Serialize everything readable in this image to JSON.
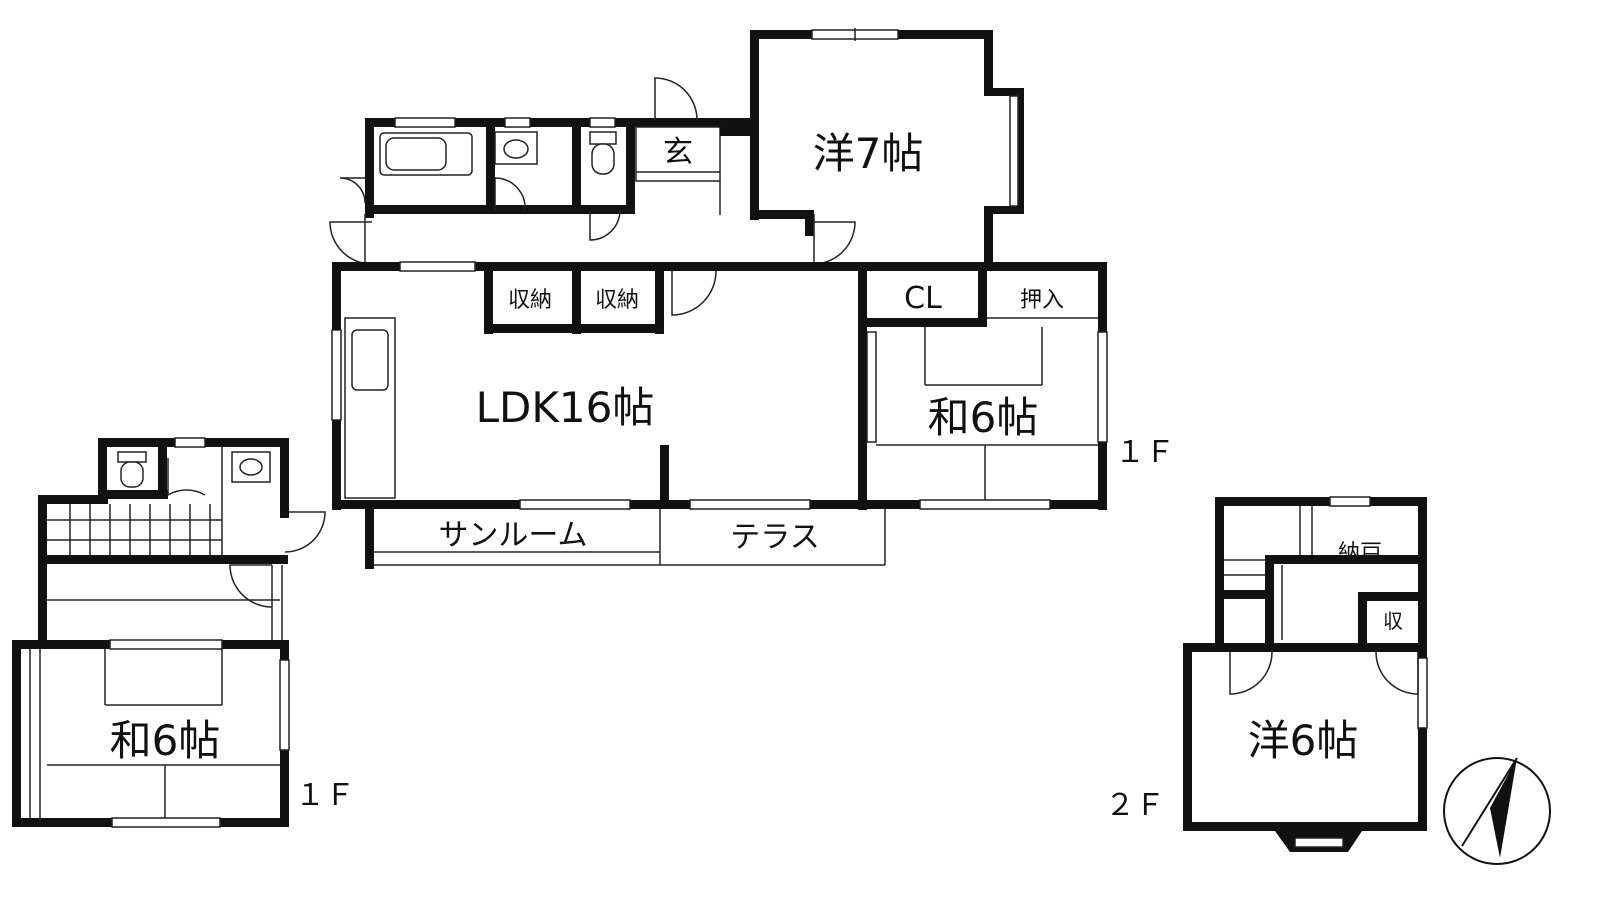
{
  "plan": {
    "labels": {
      "genkan": "玄",
      "western7": "洋7帖",
      "closet": "CL",
      "oshiire": "押入",
      "storage1": "収納",
      "storage2": "収納",
      "ldk": "LDK16帖",
      "japanese6_main": "和6帖",
      "sunroom": "サンルーム",
      "terrace": "テラス",
      "japanese6_annex": "和6帖",
      "nando": "納戸",
      "shu": "収",
      "western6": "洋6帖"
    },
    "floors": {
      "main": "１Ｆ",
      "annex": "１Ｆ",
      "second": "２Ｆ"
    },
    "icons": [
      "bathtub-icon",
      "washbasin-icon",
      "toilet-icon",
      "sink-icon",
      "stairs-icon",
      "north-arrow-icon"
    ]
  }
}
